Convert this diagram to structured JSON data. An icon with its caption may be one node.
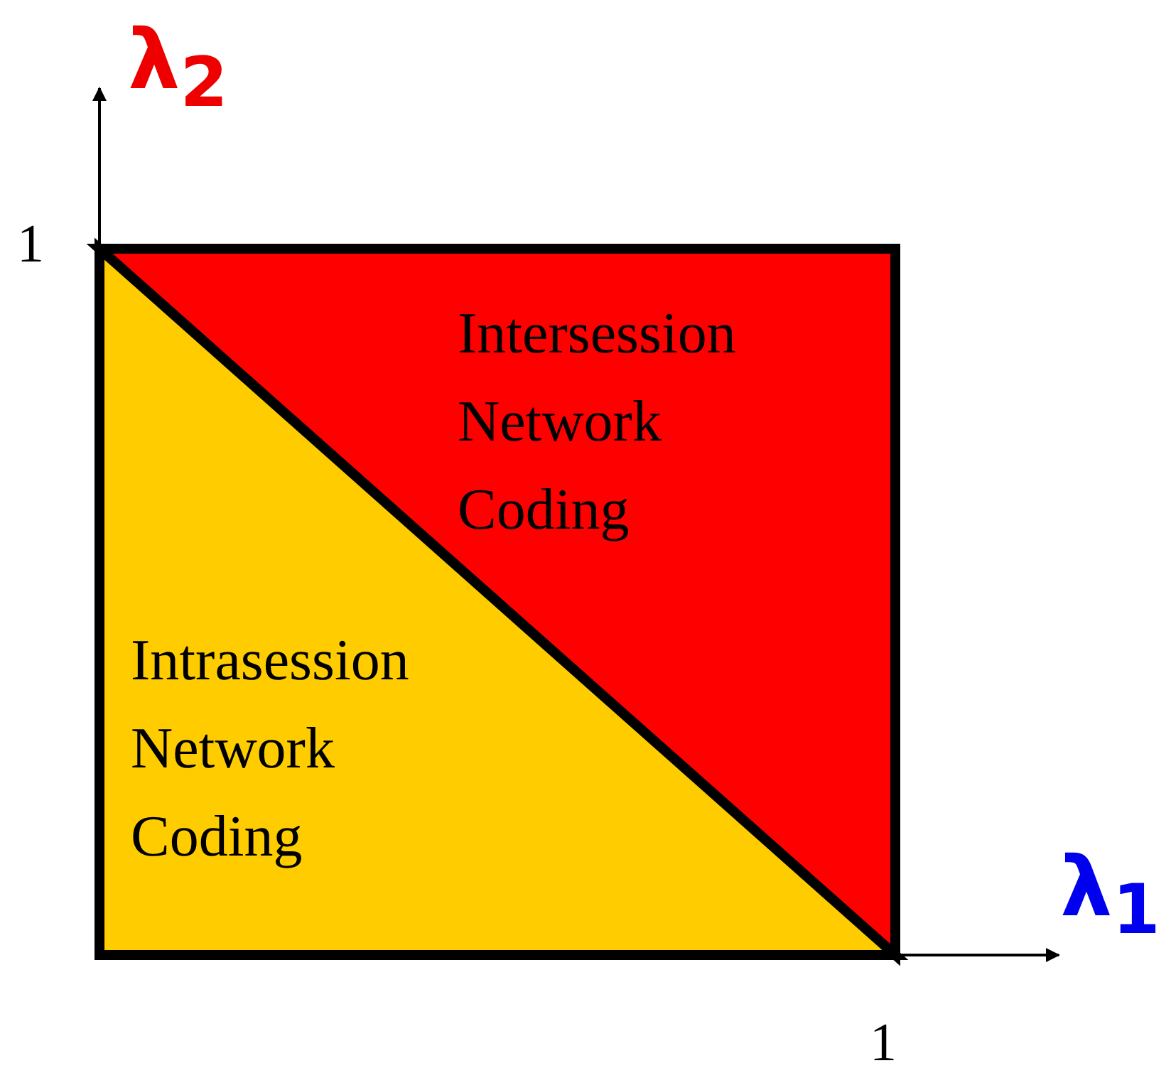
{
  "diagram": {
    "nodes": [
      {
        "text": [
          "Intersession Network Coding"
        ]
      },
      {
        "text": [
          "Intrasession Network Coding"
        ]
      }
    ],
    "labels": [
      "λ$_{2}$",
      "1",
      "λ$_{1}$",
      "1"
    ]
  }
}
